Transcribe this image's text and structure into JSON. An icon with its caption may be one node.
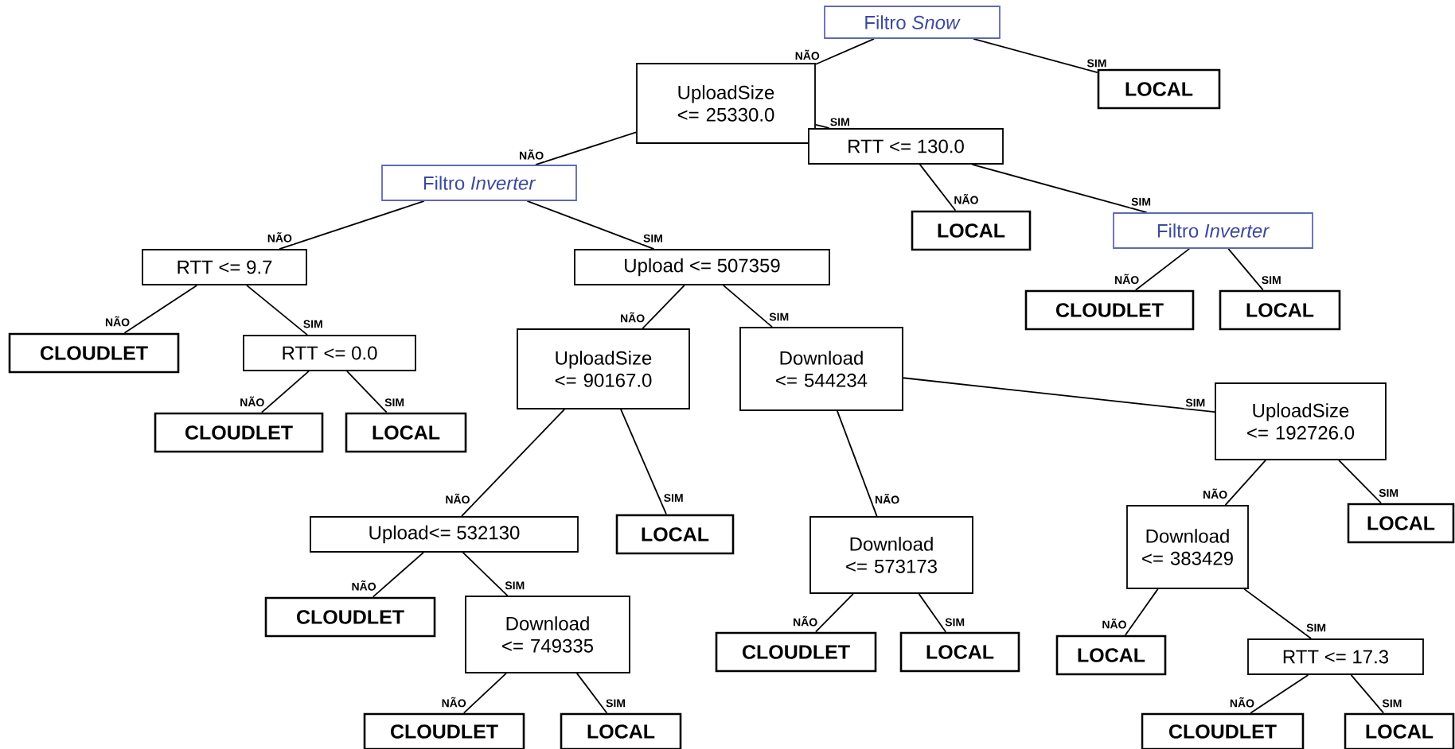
{
  "diagram": {
    "nodes": [
      {
        "text": [
          "Filtro *Snow*"
        ]
      },
      {
        "text": [
          "LOCAL"
        ]
      },
      {
        "text": [
          "UploadSize <= 25330.0"
        ]
      },
      {
        "text": [
          "RTT <= 130.0"
        ]
      },
      {
        "text": [
          "Filtro *Inverter*"
        ]
      },
      {
        "text": [
          "LOCAL"
        ]
      },
      {
        "text": [
          "Filtro *Inverter*"
        ]
      },
      {
        "text": [
          "RTT <= 9.7"
        ]
      },
      {
        "text": [
          "Upload <= 507359"
        ]
      },
      {
        "text": [
          "CLOUDLET"
        ]
      },
      {
        "text": [
          "LOCAL"
        ]
      },
      {
        "text": [
          "CLOUDLET"
        ]
      },
      {
        "text": [
          "RTT <= 0.0"
        ]
      },
      {
        "text": [
          "UploadSize <= 90167.0"
        ]
      },
      {
        "text": [
          "Download <= 544234"
        ]
      },
      {
        "text": [
          "UploadSize <= 192726.0"
        ]
      },
      {
        "text": [
          "CLOUDLET"
        ]
      },
      {
        "text": [
          "LOCAL"
        ]
      },
      {
        "text": [
          "Upload<= 532130"
        ]
      },
      {
        "text": [
          "LOCAL"
        ]
      },
      {
        "text": [
          "Download <= 573173"
        ]
      },
      {
        "text": [
          "Download <= 383429"
        ]
      },
      {
        "text": [
          "LOCAL"
        ]
      },
      {
        "text": [
          "CLOUDLET"
        ]
      },
      {
        "text": [
          "Download <= 749335"
        ]
      },
      {
        "text": [
          "CLOUDLET"
        ]
      },
      {
        "text": [
          "LOCAL"
        ]
      },
      {
        "text": [
          "LOCAL"
        ]
      },
      {
        "text": [
          "RTT <= 17.3"
        ]
      },
      {
        "text": [
          "CLOUDLET"
        ]
      },
      {
        "text": [
          "LOCAL"
        ]
      },
      {
        "text": [
          "CLOUDLET"
        ]
      },
      {
        "text": [
          "LOCAL"
        ]
      }
    ],
    "edges": [
      {
        "from": 0,
        "to": 2,
        "arrow": "none",
        "label": "NÃO"
      },
      {
        "from": 0,
        "to": 1,
        "arrow": "none",
        "label": "SIM"
      },
      {
        "from": 2,
        "to": 4,
        "arrow": "none",
        "label": "NÃO"
      },
      {
        "from": 2,
        "to": 3,
        "arrow": "none",
        "label": "SIM"
      },
      {
        "from": 3,
        "to": 5,
        "arrow": "none",
        "label": "NÃO"
      },
      {
        "from": 3,
        "to": 6,
        "arrow": "none",
        "label": "SIM"
      },
      {
        "from": 6,
        "to": 9,
        "arrow": "none",
        "label": "NÃO"
      },
      {
        "from": 6,
        "to": 10,
        "arrow": "none",
        "label": "SIM"
      },
      {
        "from": 4,
        "to": 7,
        "arrow": "none",
        "label": "NÃO"
      },
      {
        "from": 4,
        "to": 8,
        "arrow": "none",
        "label": "SIM"
      },
      {
        "from": 7,
        "to": 11,
        "arrow": "none",
        "label": "NÃO"
      },
      {
        "from": 7,
        "to": 12,
        "arrow": "none",
        "label": "SIM"
      },
      {
        "from": 12,
        "to": 16,
        "arrow": "none",
        "label": "NÃO"
      },
      {
        "from": 12,
        "to": 17,
        "arrow": "none",
        "label": "SIM"
      },
      {
        "from": 8,
        "to": 13,
        "arrow": "none",
        "label": "NÃO"
      },
      {
        "from": 8,
        "to": 14,
        "arrow": "none",
        "label": "SIM"
      },
      {
        "from": 13,
        "to": 18,
        "arrow": "none",
        "label": "NÃO"
      },
      {
        "from": 13,
        "to": 19,
        "arrow": "none",
        "label": "SIM"
      },
      {
        "from": 14,
        "to": 20,
        "arrow": "none",
        "label": "NÃO"
      },
      {
        "from": 14,
        "to": 15,
        "arrow": "none",
        "label": "SIM"
      },
      {
        "from": 15,
        "to": 21,
        "arrow": "none",
        "label": "NÃO"
      },
      {
        "from": 15,
        "to": 22,
        "arrow": "none",
        "label": "SIM"
      },
      {
        "from": 18,
        "to": 23,
        "arrow": "none",
        "label": "NÃO"
      },
      {
        "from": 18,
        "to": 24,
        "arrow": "none",
        "label": "SIM"
      },
      {
        "from": 24,
        "to": 29,
        "arrow": "none",
        "label": "NÃO"
      },
      {
        "from": 24,
        "to": 30,
        "arrow": "none",
        "label": "SIM"
      },
      {
        "from": 20,
        "to": 25,
        "arrow": "none",
        "label": "NÃO"
      },
      {
        "from": 20,
        "to": 26,
        "arrow": "none",
        "label": "SIM"
      },
      {
        "from": 21,
        "to": 27,
        "arrow": "none",
        "label": "NÃO"
      },
      {
        "from": 21,
        "to": 28,
        "arrow": "none",
        "label": "SIM"
      },
      {
        "from": 28,
        "to": 31,
        "arrow": "none",
        "label": "NÃO"
      },
      {
        "from": 28,
        "to": 32,
        "arrow": "none",
        "label": "SIM"
      }
    ]
  }
}
